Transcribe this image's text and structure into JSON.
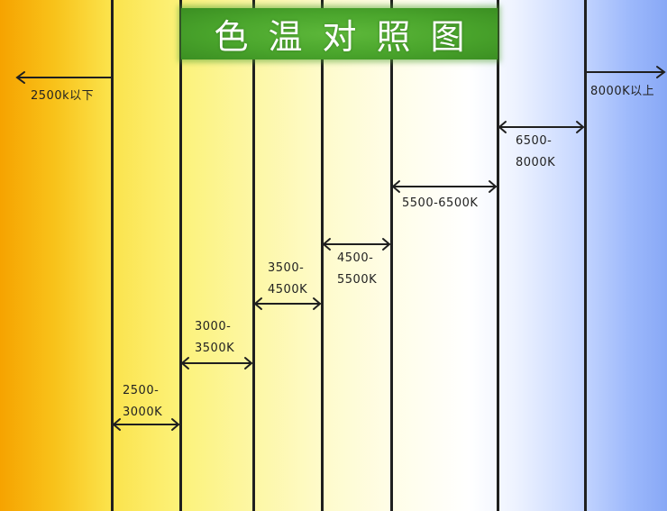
{
  "title": "色温对照图",
  "ranges": [
    {
      "line1": "2500k以下",
      "line2": ""
    },
    {
      "line1": "2500-",
      "line2": "3000K"
    },
    {
      "line1": "3000-",
      "line2": "3500K"
    },
    {
      "line1": "3500-",
      "line2": "4500K"
    },
    {
      "line1": "4500-",
      "line2": "5500K"
    },
    {
      "line1": "5500-6500K",
      "line2": ""
    },
    {
      "line1": "6500-",
      "line2": "8000K"
    },
    {
      "line1": "8000K以上",
      "line2": ""
    }
  ],
  "colors": {
    "warm": "#f6a300",
    "neutral": "#ffffff",
    "cool": "#88a8f6",
    "title_bg": "#4aa52c",
    "line": "#1f1f1f"
  }
}
